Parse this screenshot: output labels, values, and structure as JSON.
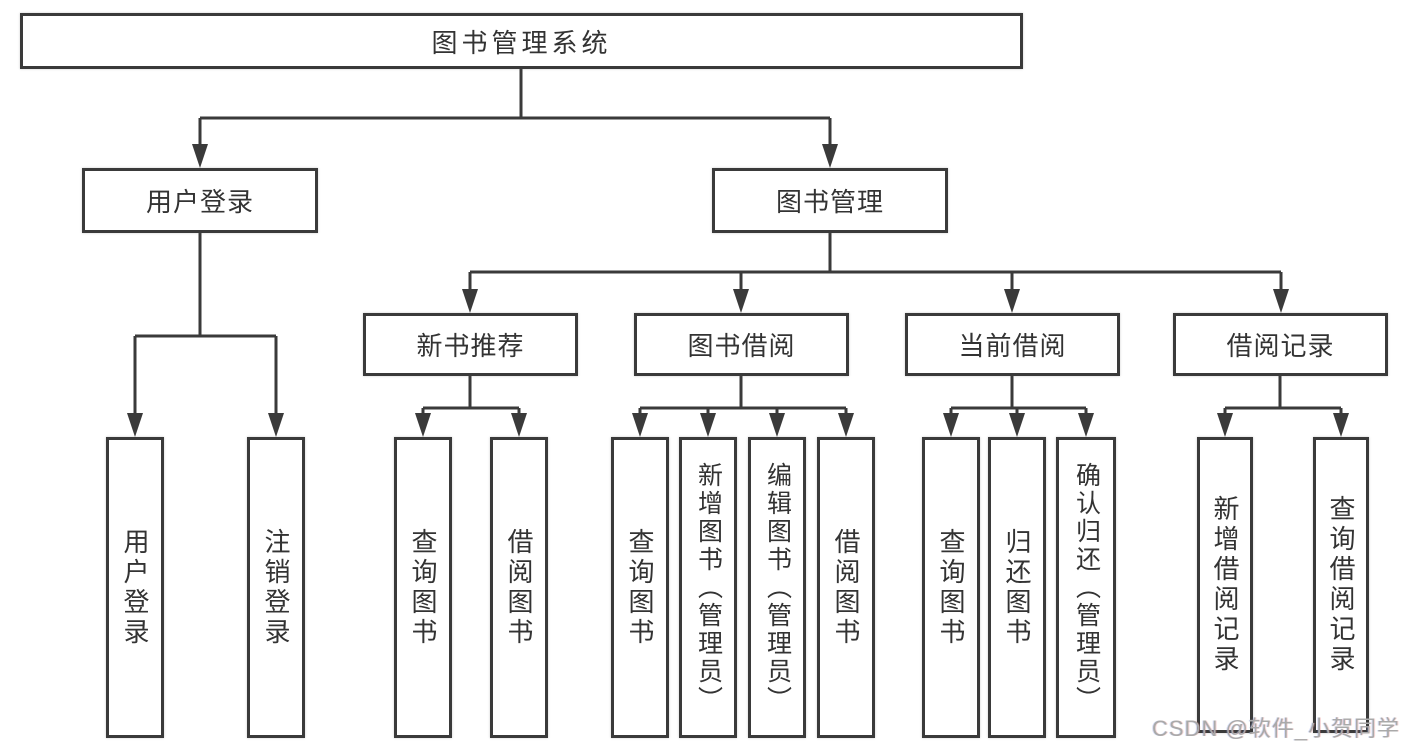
{
  "diagram": {
    "root": {
      "label": "图书管理系统"
    },
    "branches": [
      {
        "label": "用户登录",
        "children": [
          {
            "label": "用户登录"
          },
          {
            "label": "注销登录"
          }
        ]
      },
      {
        "label": "图书管理",
        "children": [
          {
            "label": "新书推荐",
            "children": [
              {
                "label": "查询图书"
              },
              {
                "label": "借阅图书"
              }
            ]
          },
          {
            "label": "图书借阅",
            "children": [
              {
                "label": "查询图书"
              },
              {
                "label": "新增图书（管理员）"
              },
              {
                "label": "编辑图书（管理员）"
              },
              {
                "label": "借阅图书"
              }
            ]
          },
          {
            "label": "当前借阅",
            "children": [
              {
                "label": "查询图书"
              },
              {
                "label": "归还图书"
              },
              {
                "label": "确认归还（管理员）"
              }
            ]
          },
          {
            "label": "借阅记录",
            "children": [
              {
                "label": "新增借阅记录"
              },
              {
                "label": "查询借阅记录"
              }
            ]
          }
        ]
      }
    ]
  },
  "watermark": {
    "text": "CSDN @软件_小贺同学"
  },
  "colors": {
    "line": "#3a3a3a",
    "node_text": "#333333",
    "watermark_text": "#a9a9a9",
    "background": "#ffffff"
  }
}
